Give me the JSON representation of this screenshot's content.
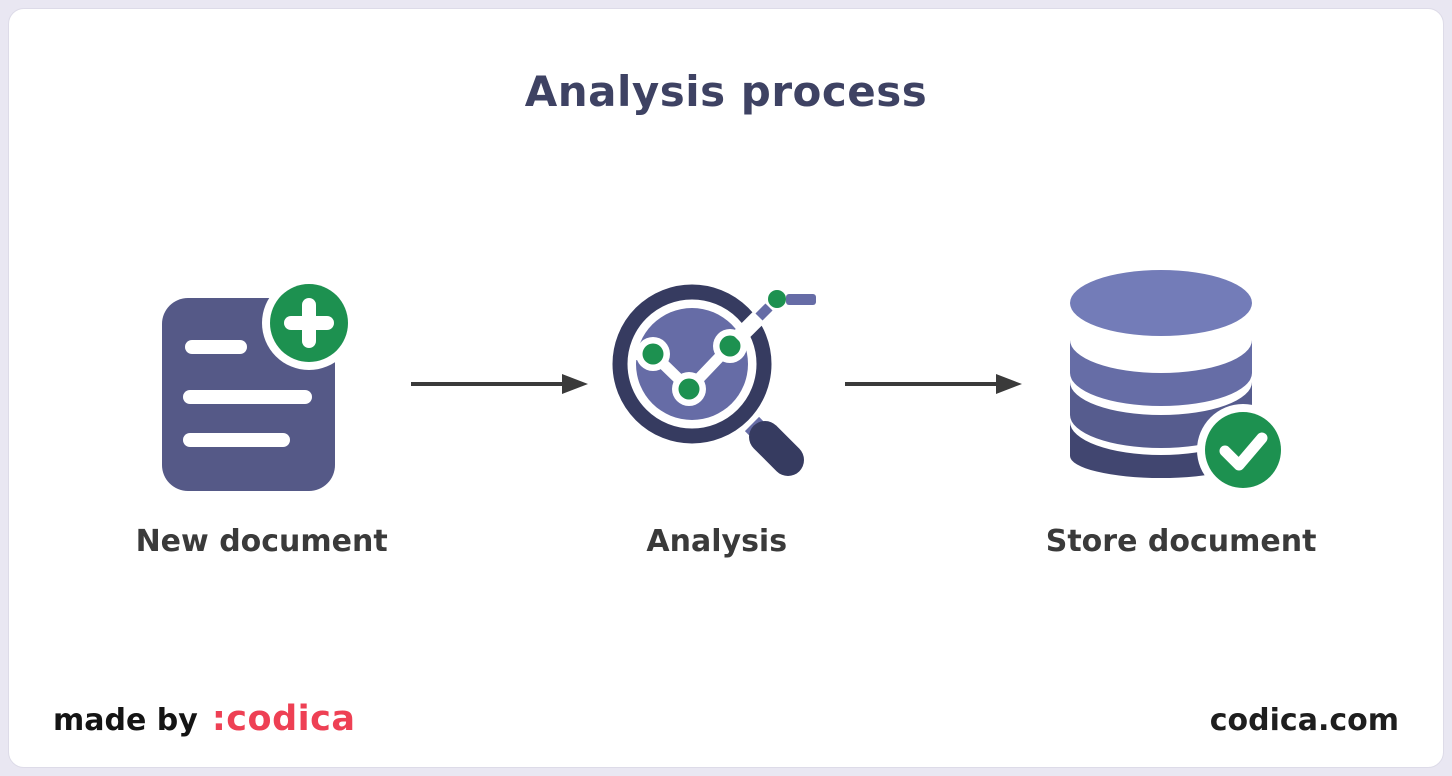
{
  "title": "Analysis process",
  "steps": [
    {
      "id": "new-document",
      "label": "New document",
      "icon": "document-plus-icon"
    },
    {
      "id": "analysis",
      "label": "Analysis",
      "icon": "magnifier-chart-icon"
    },
    {
      "id": "store-document",
      "label": "Store document",
      "icon": "database-check-icon"
    }
  ],
  "connectors": [
    {
      "from": "new-document",
      "to": "analysis",
      "type": "arrow-right"
    },
    {
      "from": "analysis",
      "to": "store-document",
      "type": "arrow-right"
    }
  ],
  "footer": {
    "made_by_text": "made by",
    "brand_text": ":codica",
    "website_text": "codica.com"
  },
  "colors": {
    "background": "#e9e7f2",
    "card": "#ffffff",
    "title": "#3e4263",
    "label": "#3a3a3a",
    "arrow": "#3a3a3a",
    "icon_purple": "#555987",
    "icon_purple_light": "#666ca6",
    "icon_navy": "#363b60",
    "db_top": "#737cb8",
    "db_band_2": "#666da6",
    "db_band_3": "#565c8e",
    "db_band_4": "#414670",
    "accent_green": "#1d9150",
    "brand_red": "#ee4054"
  }
}
